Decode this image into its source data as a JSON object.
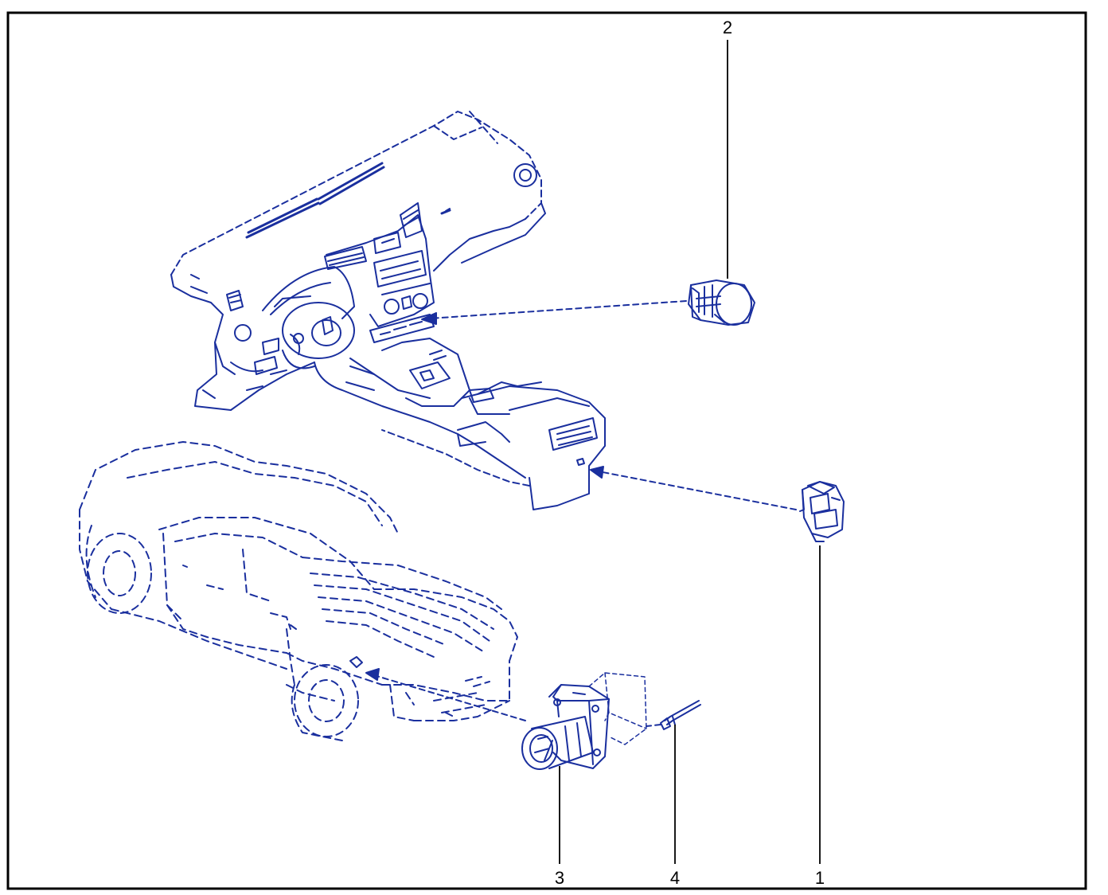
{
  "diagram": {
    "ink_color": "#1a2f9e",
    "frame_color": "#000000",
    "callouts": [
      {
        "id": "2",
        "label": "2",
        "part": "switch-connector-dashboard"
      },
      {
        "id": "1",
        "label": "1",
        "part": "rear-console-switch"
      },
      {
        "id": "3",
        "label": "3",
        "part": "tow-socket"
      },
      {
        "id": "4",
        "label": "4",
        "part": "rivet"
      }
    ]
  }
}
